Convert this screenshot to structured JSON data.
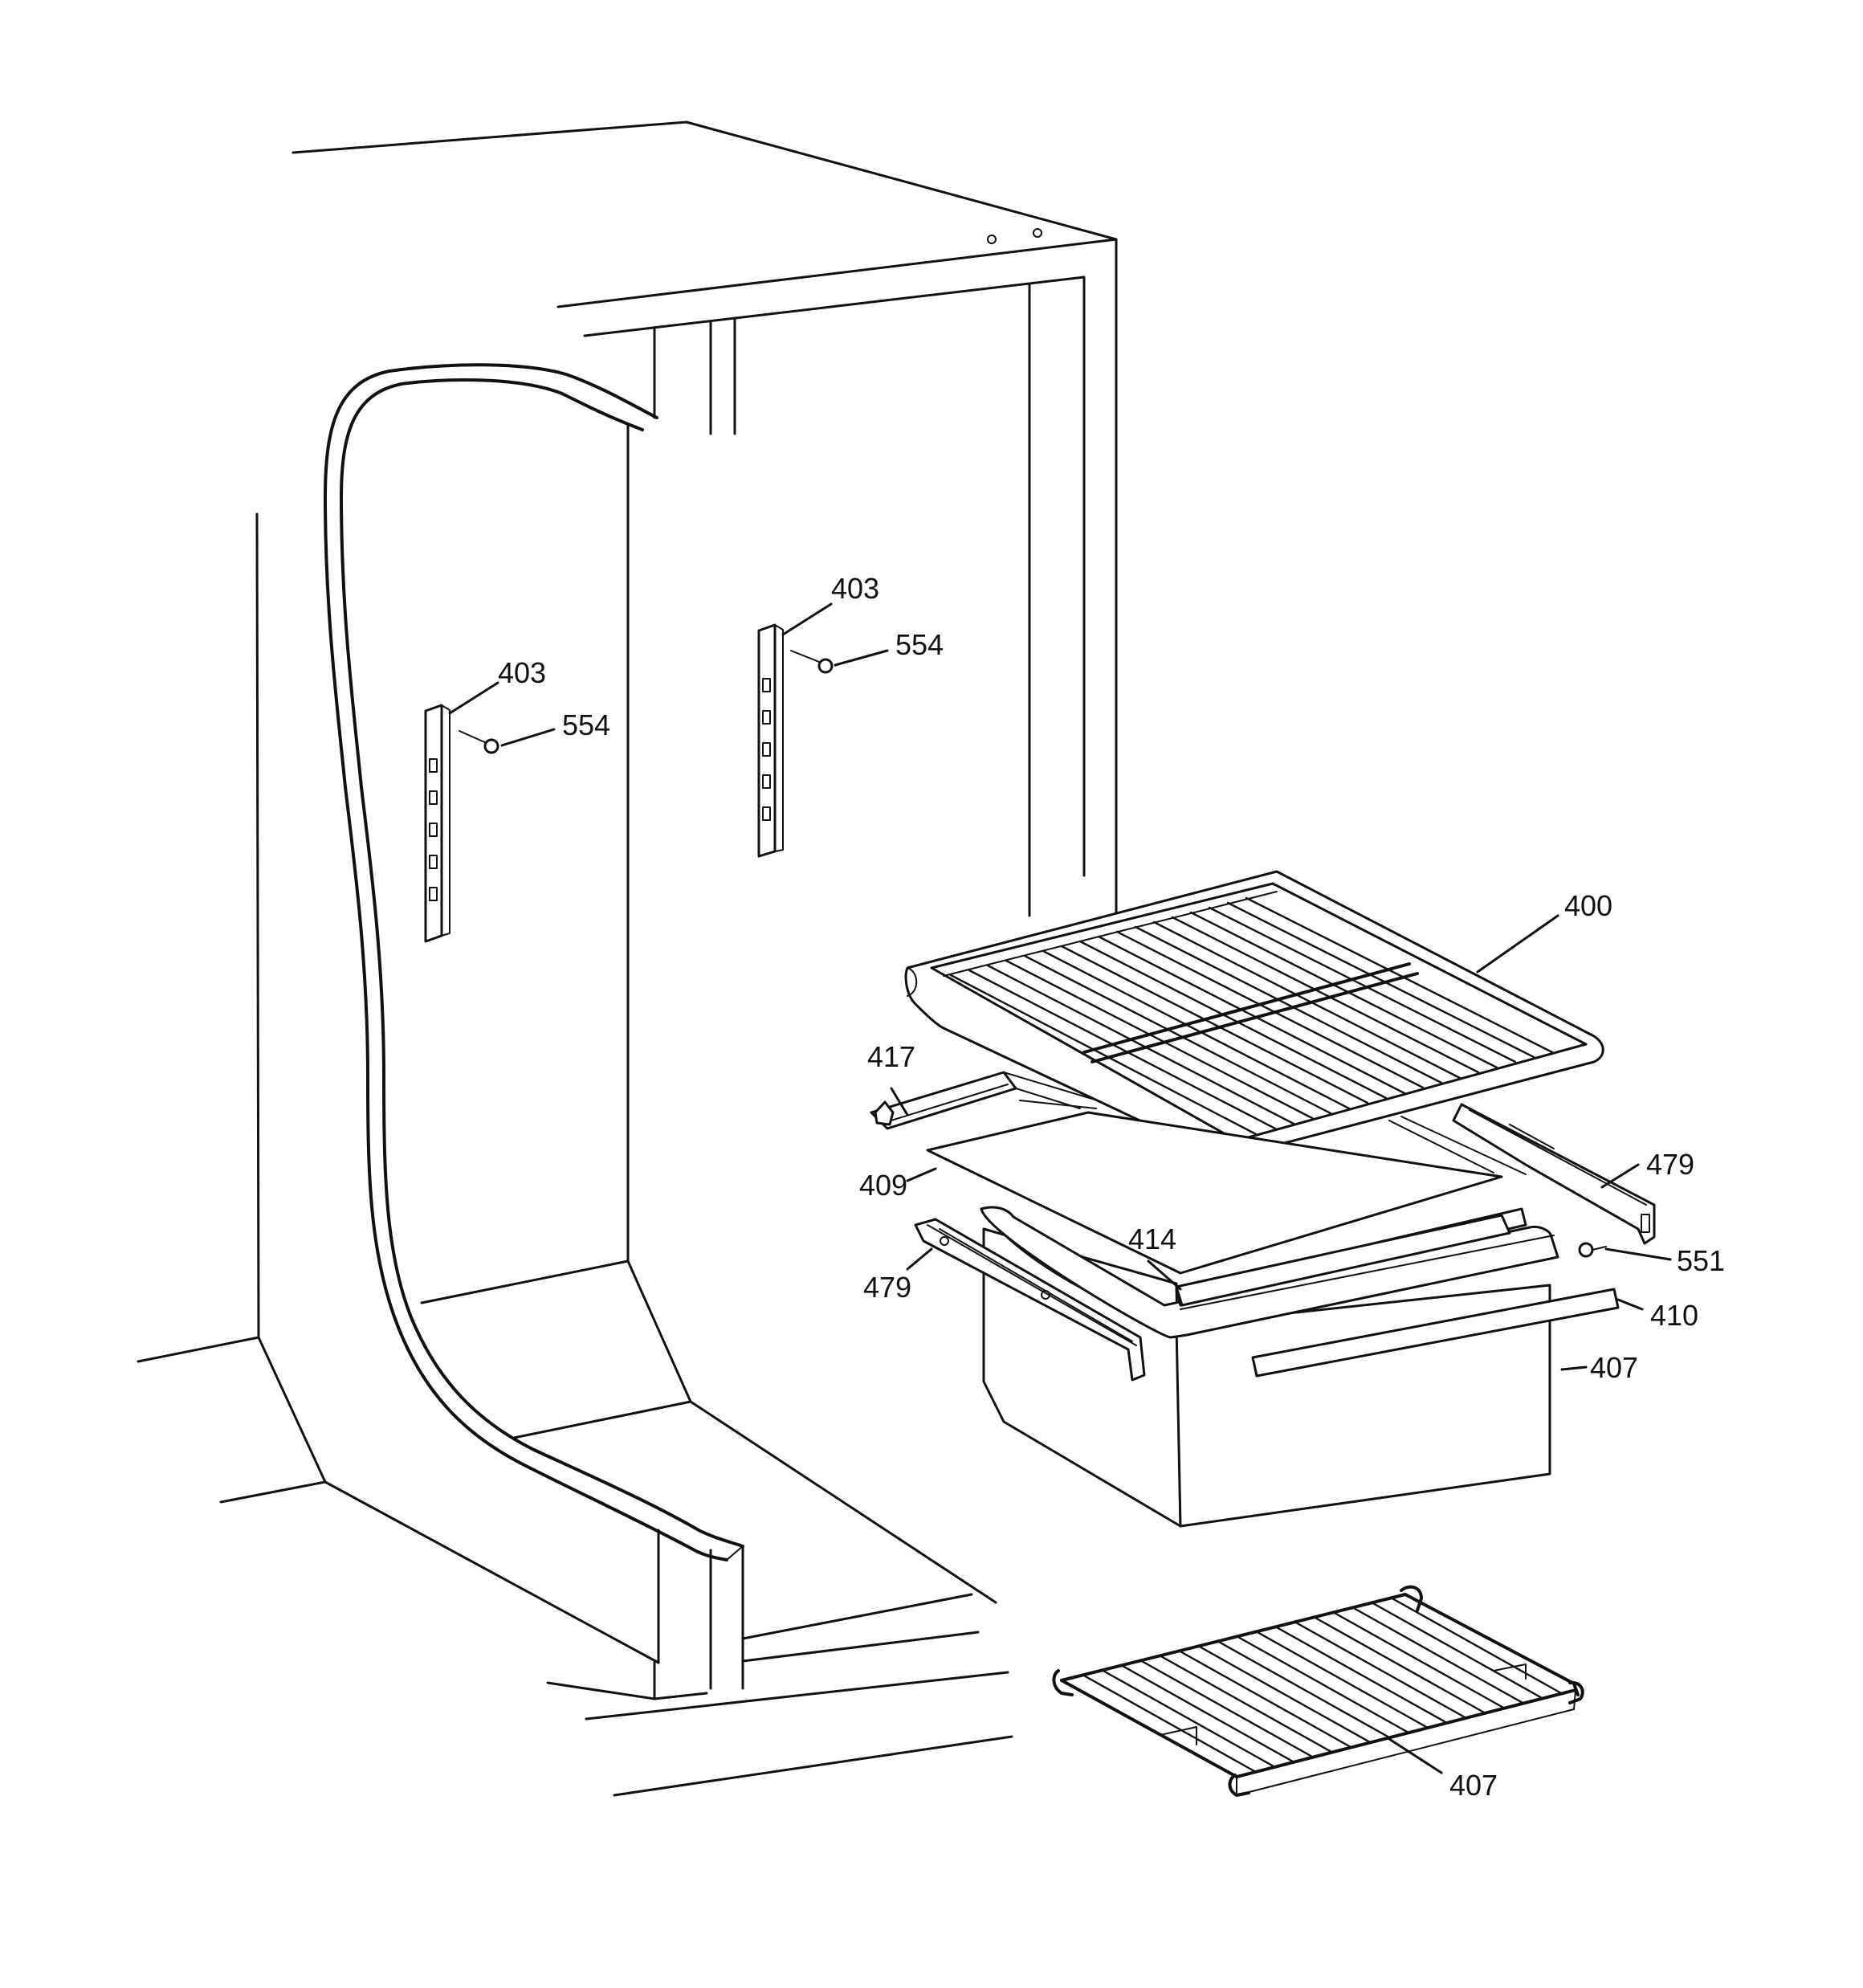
{
  "callouts": {
    "shelf_support_upper": "403",
    "screw_upper": "554",
    "shelf_support_lower": "403",
    "screw_lower": "554",
    "shelf": "400",
    "shelf_rail_front": "417",
    "glass_cover": "409",
    "slide_right": "479",
    "screw_right": "551",
    "crisper_frame": "414",
    "drawer_front_trim": "410",
    "drawer": "407",
    "slide_left": "479",
    "wire_shelf": "407"
  }
}
